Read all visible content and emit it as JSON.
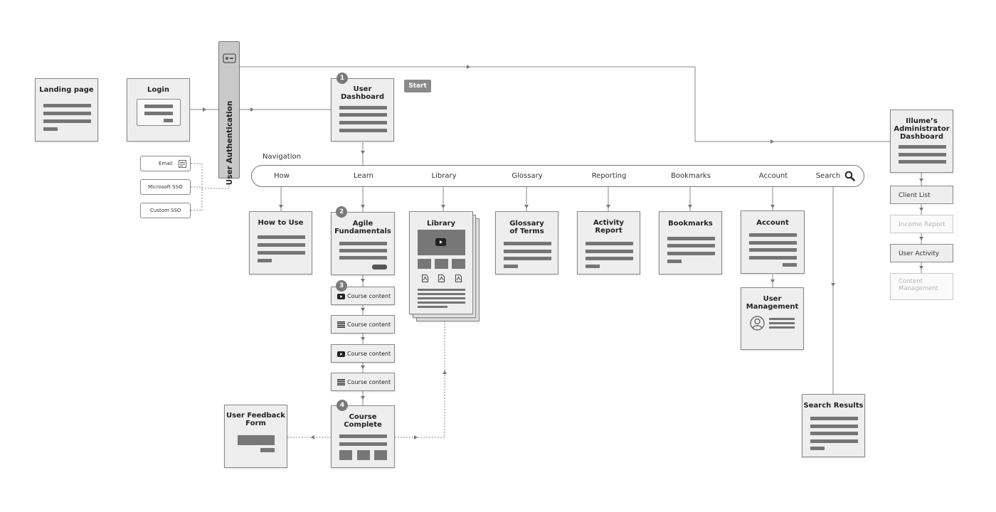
{
  "pages": {
    "landing": {
      "title": "Landing page"
    },
    "login": {
      "title": "Login"
    },
    "user_auth": {
      "title": "User Authentication"
    },
    "user_dashboard": {
      "title_line1": "User",
      "title_line2": "Dashboard",
      "badge": "1"
    },
    "start": {
      "label": "Start"
    },
    "navigation_label": "Navigation",
    "how_to_use": {
      "title": "How to Use"
    },
    "agile": {
      "title_line1": "Agile",
      "title_line2": "Fundamentals",
      "badge": "2"
    },
    "library": {
      "title": "Library"
    },
    "glossary": {
      "title_line1": "Glossary",
      "title_line2": "of Terms"
    },
    "activity": {
      "title_line1": "Activity",
      "title_line2": "Report"
    },
    "bookmarks": {
      "title": "Bookmarks"
    },
    "account": {
      "title": "Account"
    },
    "user_mgmt": {
      "title_line1": "User",
      "title_line2": "Management"
    },
    "course_complete": {
      "title_line1": "Course",
      "title_line2": "Complete",
      "badge": "4"
    },
    "feedback": {
      "title_line1": "User Feedback",
      "title_line2": "Form"
    },
    "search_results": {
      "title": "Search Results"
    },
    "admin_dashboard": {
      "title_line1": "Illume’s",
      "title_line2": "Administrator",
      "title_line3": "Dashboard"
    }
  },
  "login_options": [
    "Email",
    "Microsoft SSO",
    "Custom SSO"
  ],
  "navigation": {
    "items": [
      "How",
      "Learn",
      "Library",
      "Glossary",
      "Reporting",
      "Bookmarks",
      "Account"
    ],
    "search_label": "Search",
    "search_icon": "magnifier-icon"
  },
  "course_steps": {
    "badge": "3",
    "items": [
      {
        "label": "Course content",
        "icon": "video-play-icon"
      },
      {
        "label": "Course content",
        "icon": "text-lines-icon"
      },
      {
        "label": "Course content",
        "icon": "video-play-icon"
      },
      {
        "label": "Course content",
        "icon": "text-lines-icon"
      }
    ]
  },
  "admin_items": [
    {
      "label": "Client List",
      "state": "active"
    },
    {
      "label": "Income Report",
      "state": "disabled"
    },
    {
      "label": "User Activity",
      "state": "active"
    },
    {
      "label": "Content Management",
      "state": "disabled"
    }
  ],
  "colors": {
    "box_fill": "#eeeeee",
    "line": "#888888",
    "bar": "#757575",
    "badge": "#7a7a7a",
    "dim_text": "#b6b6b6"
  }
}
